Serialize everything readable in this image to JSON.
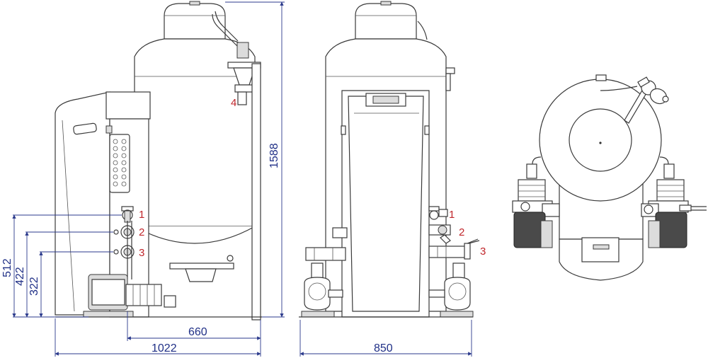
{
  "dimensions": {
    "height_total": "1588",
    "height_512": "512",
    "height_422": "422",
    "height_322": "322",
    "width_660": "660",
    "width_1022": "1022",
    "width_850": "850"
  },
  "callouts": {
    "side": [
      "1",
      "2",
      "3",
      "4"
    ],
    "front": [
      "1",
      "2",
      "3"
    ]
  },
  "colors": {
    "dimension": "#2b3a8c",
    "callout": "#c0262b",
    "line": "#3a3a3a"
  }
}
